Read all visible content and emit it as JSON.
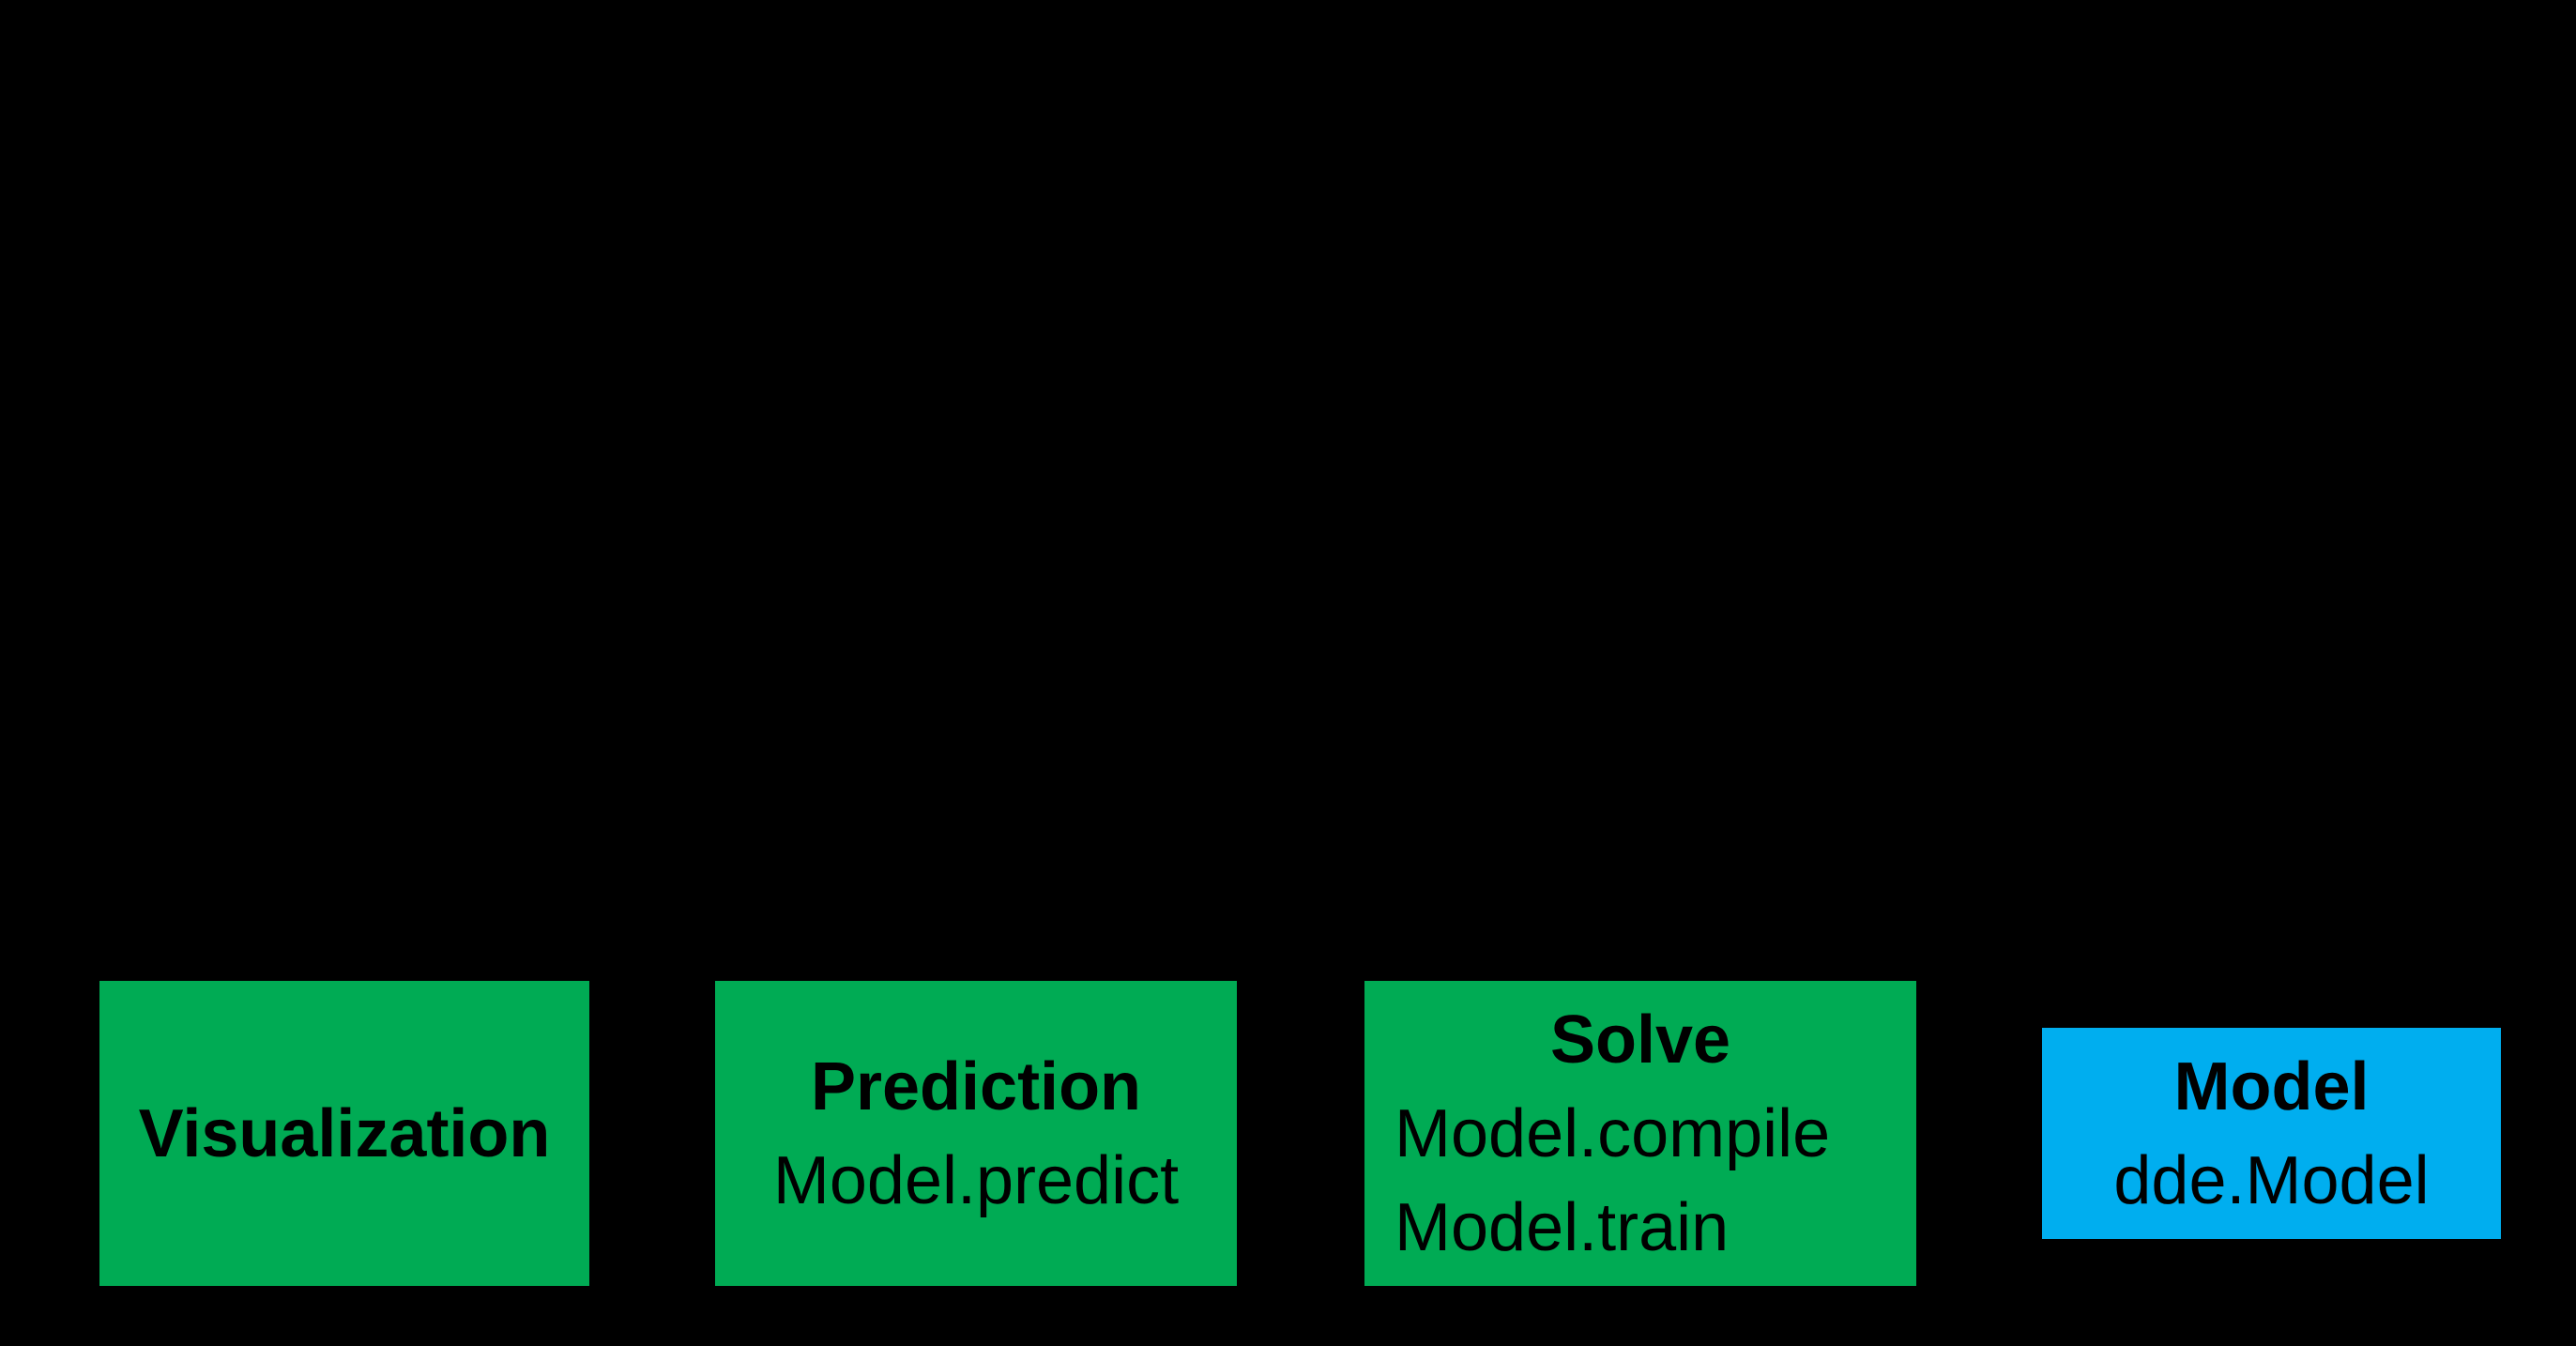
{
  "canvas": {
    "background_color": "#000000",
    "text_color": "#000000"
  },
  "colors": {
    "green": "#00AB54",
    "blue": "#00AEEF"
  },
  "boxes": [
    {
      "id": "visualization",
      "title": "Visualization",
      "lines": [],
      "color": "#00AB54"
    },
    {
      "id": "prediction",
      "title": "Prediction",
      "lines": [
        "Model.predict"
      ],
      "color": "#00AB54"
    },
    {
      "id": "solve",
      "title": "Solve",
      "lines": [
        "Model.compile",
        "Model.train"
      ],
      "color": "#00AB54"
    },
    {
      "id": "model",
      "title": "Model",
      "lines": [
        "dde.Model"
      ],
      "color": "#00AEEF"
    }
  ]
}
